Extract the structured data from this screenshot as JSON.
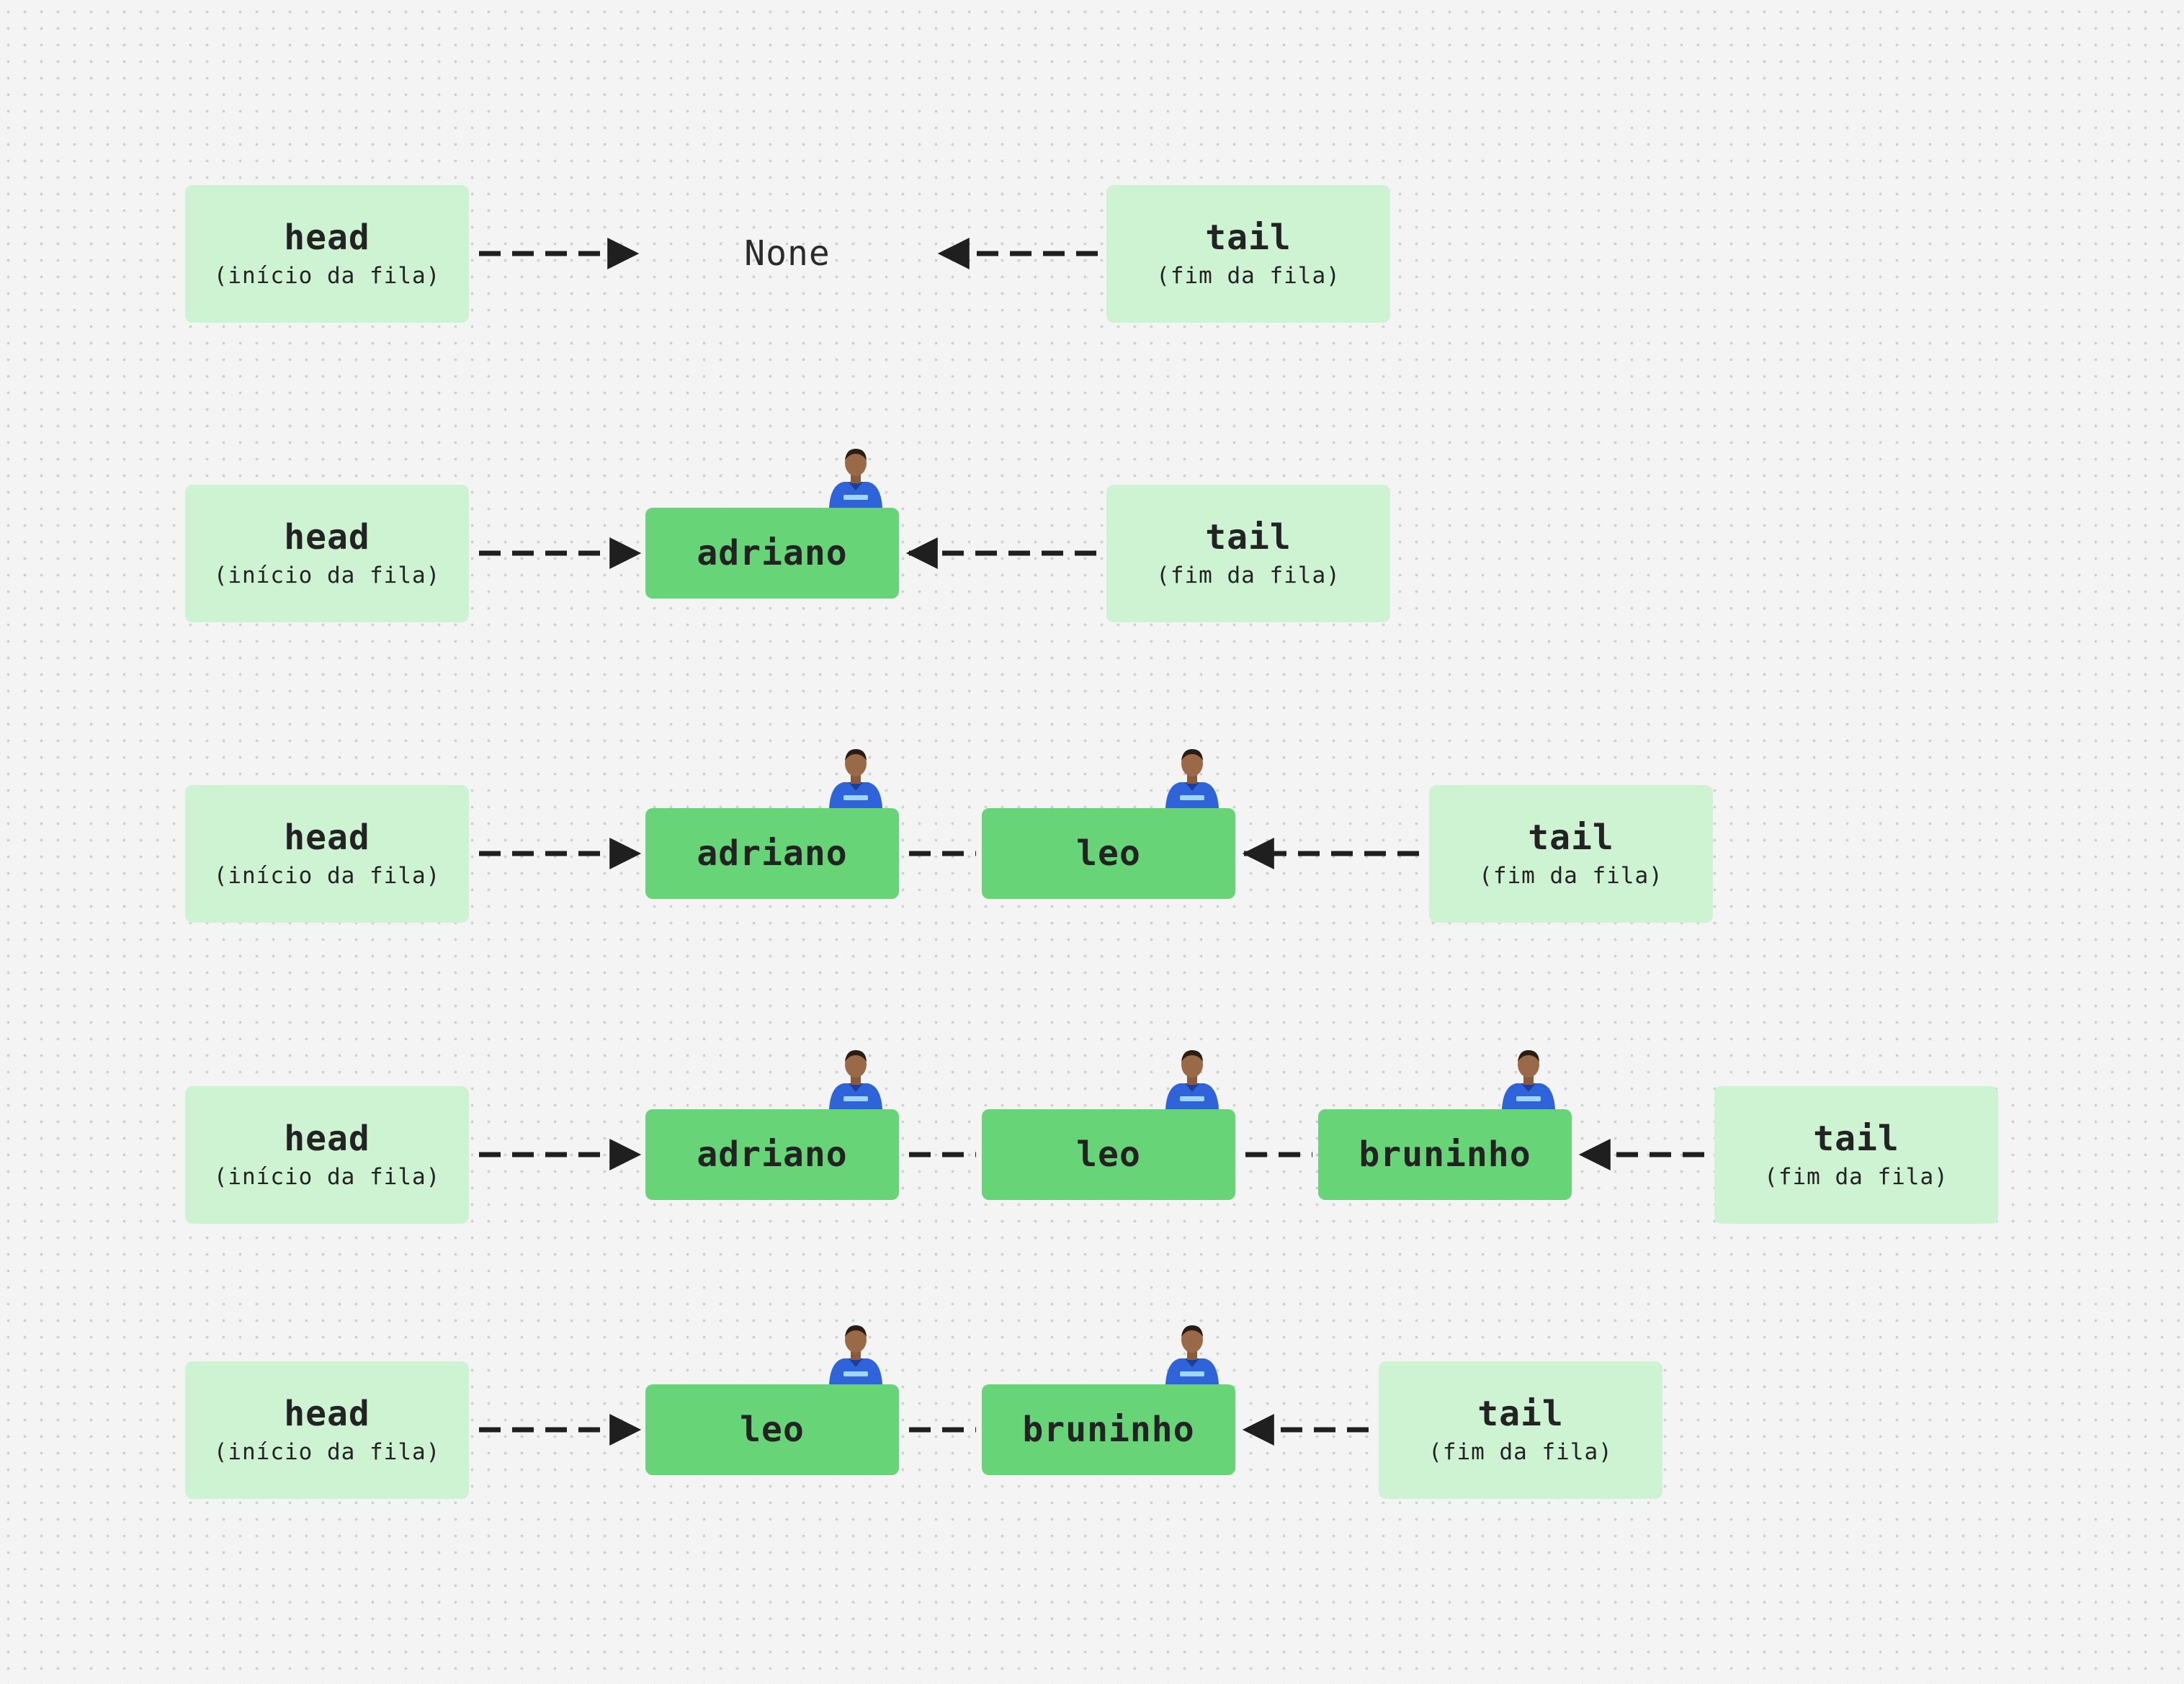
{
  "pointer_labels": {
    "head": "head",
    "head_sub": "(início da fila)",
    "tail": "tail",
    "tail_sub": "(fim da fila)"
  },
  "states": [
    {
      "nodes": [],
      "empty_label": "None"
    },
    {
      "nodes": [
        "adriano"
      ]
    },
    {
      "nodes": [
        "adriano",
        "leo"
      ]
    },
    {
      "nodes": [
        "adriano",
        "leo",
        "bruninho"
      ]
    },
    {
      "nodes": [
        "leo",
        "bruninho"
      ]
    }
  ],
  "colors": {
    "background": "#f4f4f4",
    "pointer_box": "#cdf3d2",
    "node_box": "#66d477",
    "text": "#232323",
    "arrow": "#1f1f1f",
    "jersey": "#2f63d9"
  },
  "icons": {
    "avatar": "player-avatar-icon"
  }
}
